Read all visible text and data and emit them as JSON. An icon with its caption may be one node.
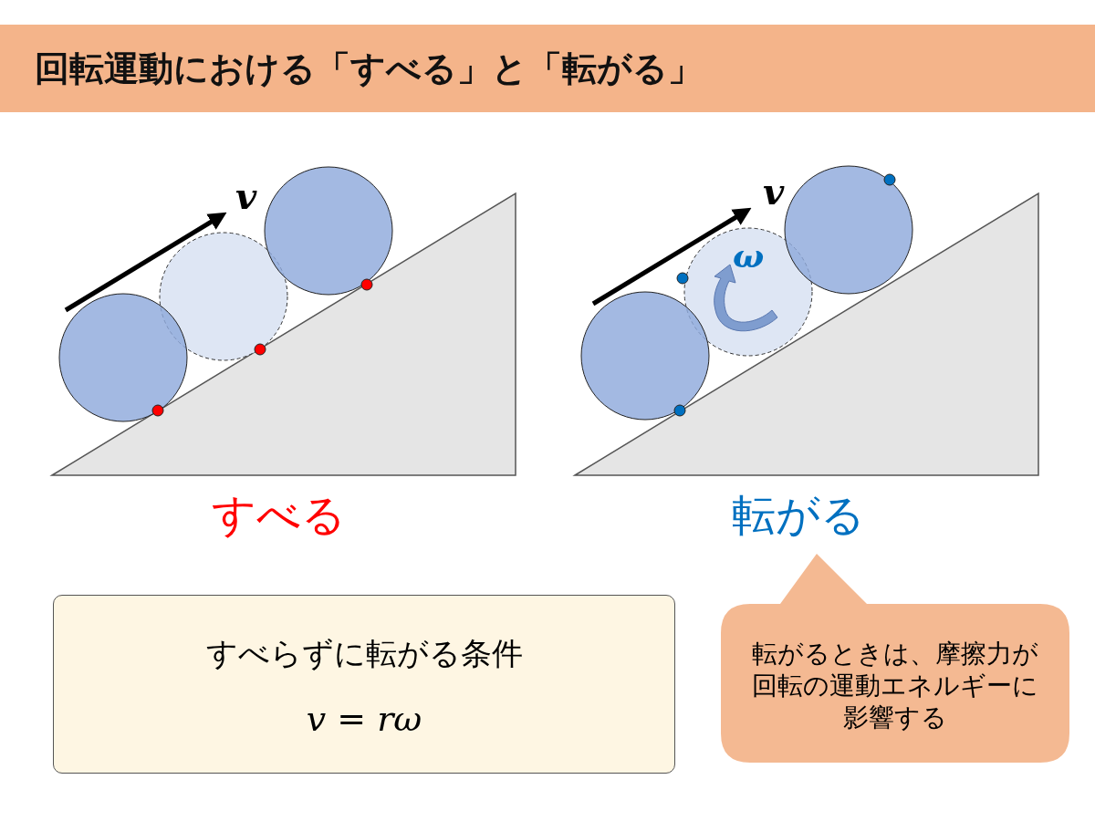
{
  "diagram": {
    "title": "回転運動における「すべる」と「転がる」",
    "nodes": [
      {
        "text": [
          "すべらずに転がる条件",
          "*v* = *rω*"
        ]
      },
      {
        "text": [
          "転がるときは、摩擦力が回転の運動エネルギーに影響する"
        ]
      }
    ],
    "labels": [
      "v",
      "すべる",
      "v",
      "ω",
      "転がる"
    ]
  }
}
